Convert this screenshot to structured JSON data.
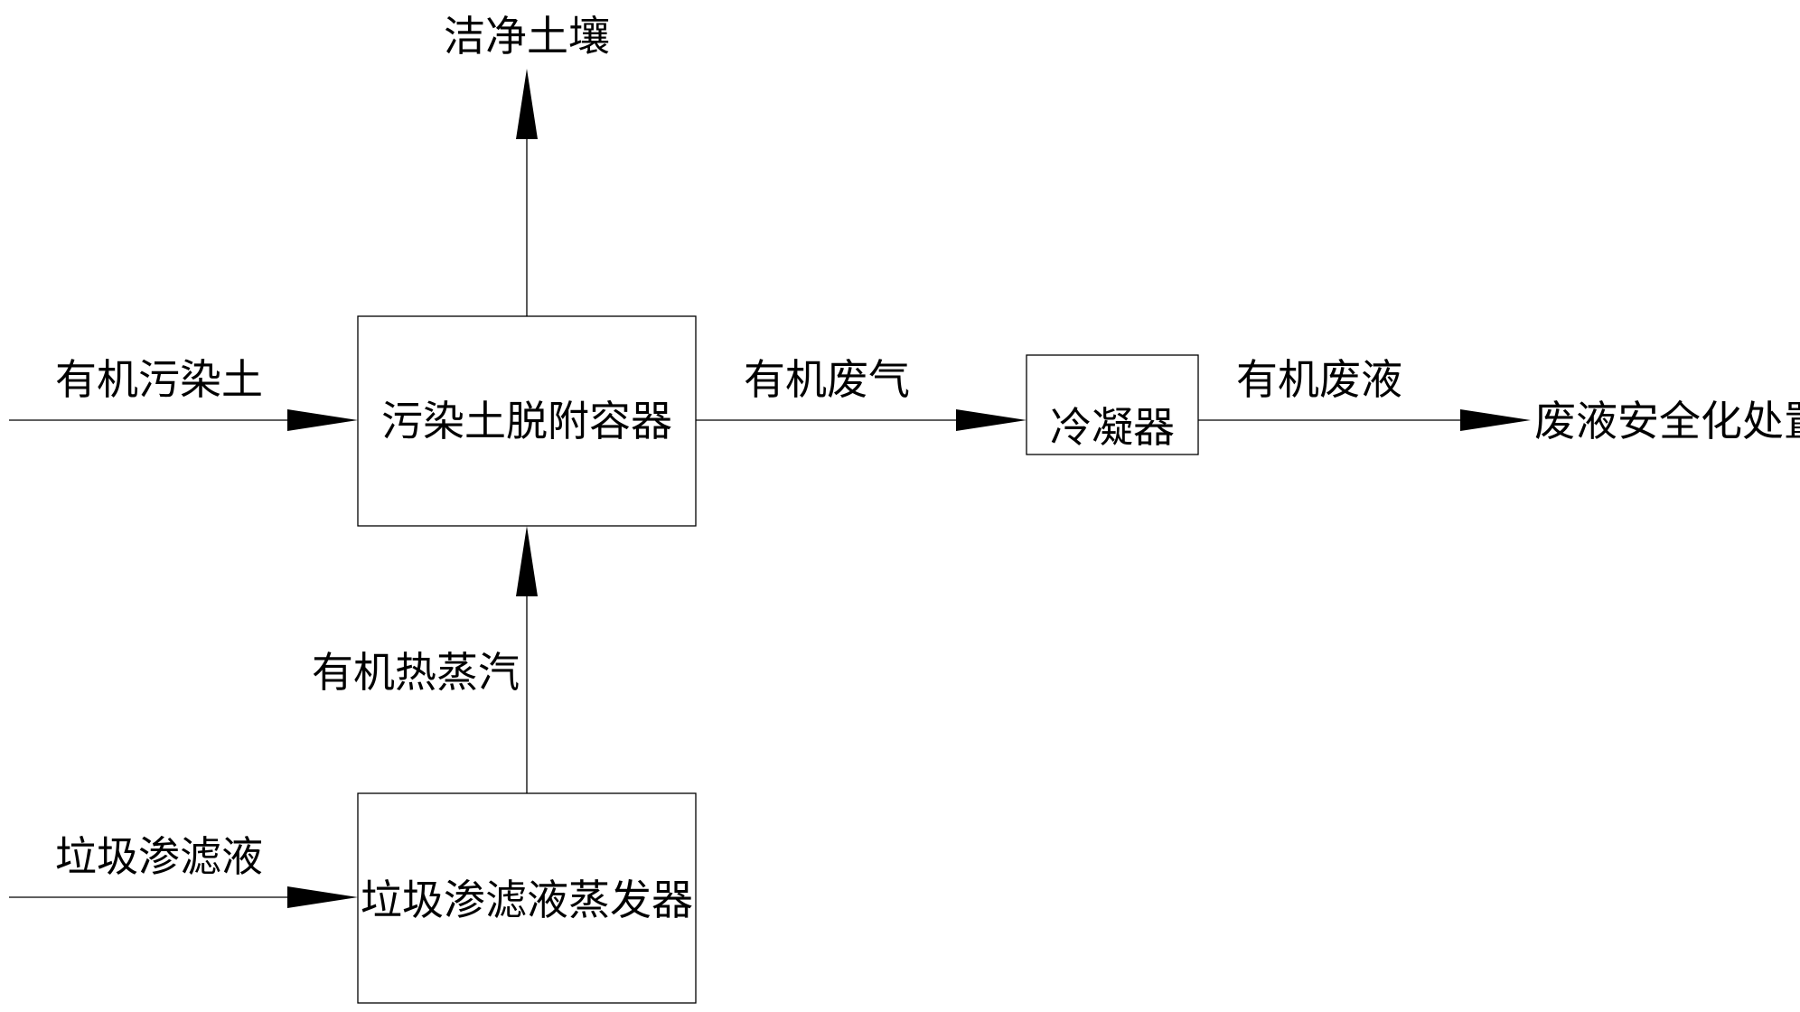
{
  "colors": {
    "line": "#000000",
    "background": "#ffffff"
  },
  "nodes": {
    "desorber": "污染土脱附容器",
    "condenser": "冷凝器",
    "evaporator": "垃圾渗滤液蒸发器"
  },
  "flows": {
    "clean_soil": "洁净土壤",
    "contaminated_soil": "有机污染土",
    "organic_waste_gas": "有机废气",
    "organic_waste_liquid": "有机废液",
    "safe_disposal": "废液安全化处置",
    "organic_hot_steam": "有机热蒸汽",
    "landfill_leachate": "垃圾渗滤液"
  }
}
